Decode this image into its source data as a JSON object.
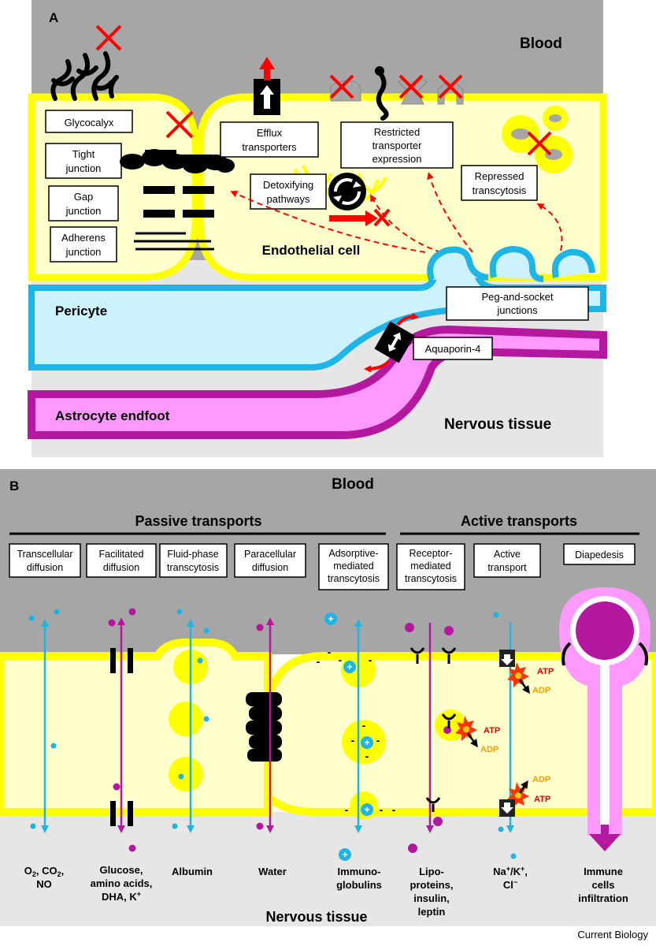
{
  "panel_a": {
    "letter": "A",
    "blood": "Blood",
    "glycocalyx": "Glycocalyx",
    "tight_junction": [
      "Tight",
      "junction"
    ],
    "gap_junction": [
      "Gap",
      "junction"
    ],
    "adherens_junction": [
      "Adherens",
      "junction"
    ],
    "efflux": [
      "Efflux",
      "transporters"
    ],
    "restricted": [
      "Restricted",
      "transporter",
      "expression"
    ],
    "detox": [
      "Detoxifying",
      "pathways"
    ],
    "repressed": [
      "Repressed",
      "transcytosis"
    ],
    "endothelial": "Endothelial cell",
    "pericyte": "Pericyte",
    "peg": [
      "Peg-and-socket",
      "junctions"
    ],
    "aquaporin": "Aquaporin-4",
    "astrocyte": "Astrocyte endfoot",
    "nervous": "Nervous tissue"
  },
  "panel_b": {
    "letter": "B",
    "blood": "Blood",
    "passive": "Passive transports",
    "active": "Active transports",
    "headers": [
      [
        "Transcellular",
        "diffusion"
      ],
      [
        "Facilitated",
        "diffusion"
      ],
      [
        "Fluid-phase",
        "transcytosis"
      ],
      [
        "Paracellular",
        "diffusion"
      ],
      [
        "Adsorptive-",
        "mediated",
        "transcytosis"
      ],
      [
        "Receptor-",
        "mediated",
        "transcytosis"
      ],
      [
        "Active",
        "transport"
      ],
      [
        "Diapedesis"
      ]
    ],
    "atp": "ATP",
    "adp": "ADP",
    "plus": "+",
    "minus": "-",
    "nervous": "Nervous tissue",
    "bottom": {
      "o2_a": "O",
      "o2_sub": "2",
      "o2_b": ", CO",
      "co2_sub": "2",
      "o2_c": ",",
      "no": "NO",
      "glucose": [
        "Glucose,",
        "amino acids,",
        "DHA, K"
      ],
      "kplus": "+",
      "albumin": "Albumin",
      "water": "Water",
      "immuno": [
        "Immuno-",
        "globulins"
      ],
      "lipo": [
        "Lipo-",
        "proteins,",
        "insulin,",
        "leptin"
      ],
      "na_a": "Na",
      "na_sup": "+",
      "na_b": "/K",
      "k_sup": "+",
      "na_c": ",",
      "cl": "Cl",
      "cl_sup": "−",
      "immune": [
        "Immune",
        "cells",
        "infiltration"
      ]
    }
  },
  "footer": "Current Biology",
  "colors": {
    "gray": "#a6a6a6",
    "light_gray": "#e6e6e6",
    "yellow": "#ffff00",
    "cream": "#ffffcc",
    "cyan": "#1fb4e6",
    "light_cyan": "#ccf2ff",
    "magenta": "#b4189e",
    "pink": "#ff99ff",
    "red": "#ff0000"
  }
}
